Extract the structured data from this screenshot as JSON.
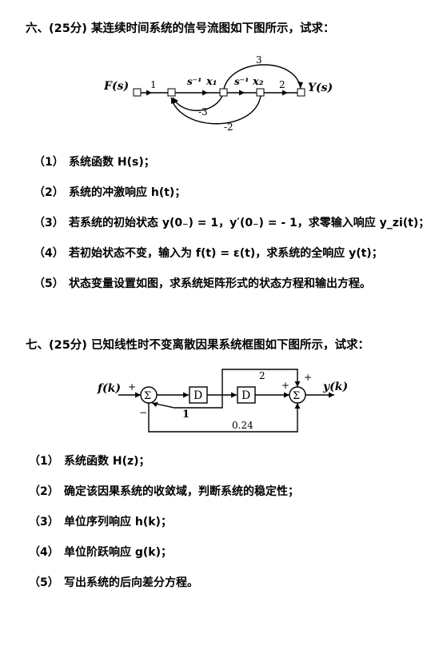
{
  "q6": {
    "title": "六、(25分) 某连续时间系统的信号流图如下图所示，试求：",
    "diagram": {
      "input": "F(s)",
      "output": "Y(s)",
      "gain_in": "1",
      "gain_s1": "s⁻¹",
      "gain_s2": "s⁻¹",
      "x1": "x₁",
      "x2": "x₂",
      "gain_out": "2",
      "ff": "3",
      "fb1": "-3",
      "fb2": "-2"
    },
    "items": [
      {
        "num": "（1）",
        "text": "系统函数 H(s)；"
      },
      {
        "num": "（2）",
        "text": "系统的冲激响应 h(t)；"
      },
      {
        "num": "（3）",
        "text": "若系统的初始状态 y(0₋) = 1，y′(0₋) = - 1，求零输入响应 y_zi(t)；"
      },
      {
        "num": "（4）",
        "text": "若初始状态不变，输入为 f(t) = ε(t)，求系统的全响应 y(t)；"
      },
      {
        "num": "（5）",
        "text": "状态变量设置如图，求系统矩阵形式的状态方程和输出方程。"
      }
    ]
  },
  "q7": {
    "title": "七、(25分) 已知线性时不变离散因果系统框图如下图所示，试求：",
    "diagram": {
      "input": "f(k)",
      "output": "y(k)",
      "delay1": "D",
      "delay2": "D",
      "gain_top": "2",
      "gain_fb": "1",
      "gain_bottom": "0.24",
      "sum_symbol": "Σ",
      "plus": "+",
      "minus": "−"
    },
    "items": [
      {
        "num": "（1）",
        "text": "系统函数 H(z)；"
      },
      {
        "num": "（2）",
        "text": "确定该因果系统的收敛域，判断系统的稳定性；"
      },
      {
        "num": "（3）",
        "text": "单位序列响应 h(k)；"
      },
      {
        "num": "（4）",
        "text": "单位阶跃响应 g(k)；"
      },
      {
        "num": "（5）",
        "text": "写出系统的后向差分方程。"
      }
    ]
  }
}
